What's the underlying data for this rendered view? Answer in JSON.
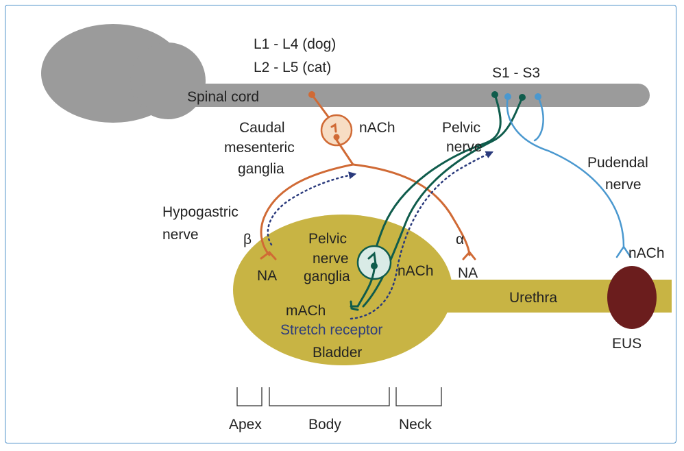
{
  "labels": {
    "segments_dog": "L1 - L4 (dog)",
    "segments_cat": "L2 - L5 (cat)",
    "sacral_segments": "S1 - S3",
    "spinal_cord": "Spinal cord",
    "caudal_1": "Caudal",
    "caudal_2": "mesenteric",
    "caudal_3": "ganglia",
    "nach_caudal": "nACh",
    "pelvic_nerve_1": "Pelvic",
    "pelvic_nerve_2": "nerve",
    "pudendal_1": "Pudendal",
    "pudendal_2": "nerve",
    "hypogastric_1": "Hypogastric",
    "hypogastric_2": "nerve",
    "beta": "β",
    "alpha": "α",
    "na_left": "NA",
    "na_right": "NA",
    "pelvic_ganglia_1": "Pelvic",
    "pelvic_ganglia_2": "nerve",
    "pelvic_ganglia_3": "ganglia",
    "nach_pelvic": "nACh",
    "mach": "mACh",
    "stretch_receptor": "Stretch receptor",
    "bladder": "Bladder",
    "urethra": "Urethra",
    "nach_pudendal": "nACh",
    "eus": "EUS",
    "apex": "Apex",
    "body": "Body",
    "neck": "Neck"
  },
  "colors": {
    "brain_cord": "#9b9b9b",
    "bladder": "#c8b444",
    "sympathetic": "#d06a35",
    "ganglion_fill": "#f7ddc4",
    "parasympathetic": "#0f5c4c",
    "parasympathetic_ganglion_fill": "#d9ebe6",
    "somatic": "#4a98cf",
    "afferent": "#2a3a7c",
    "eus": "#6b1d1d",
    "frame": "#4a8fc9"
  }
}
